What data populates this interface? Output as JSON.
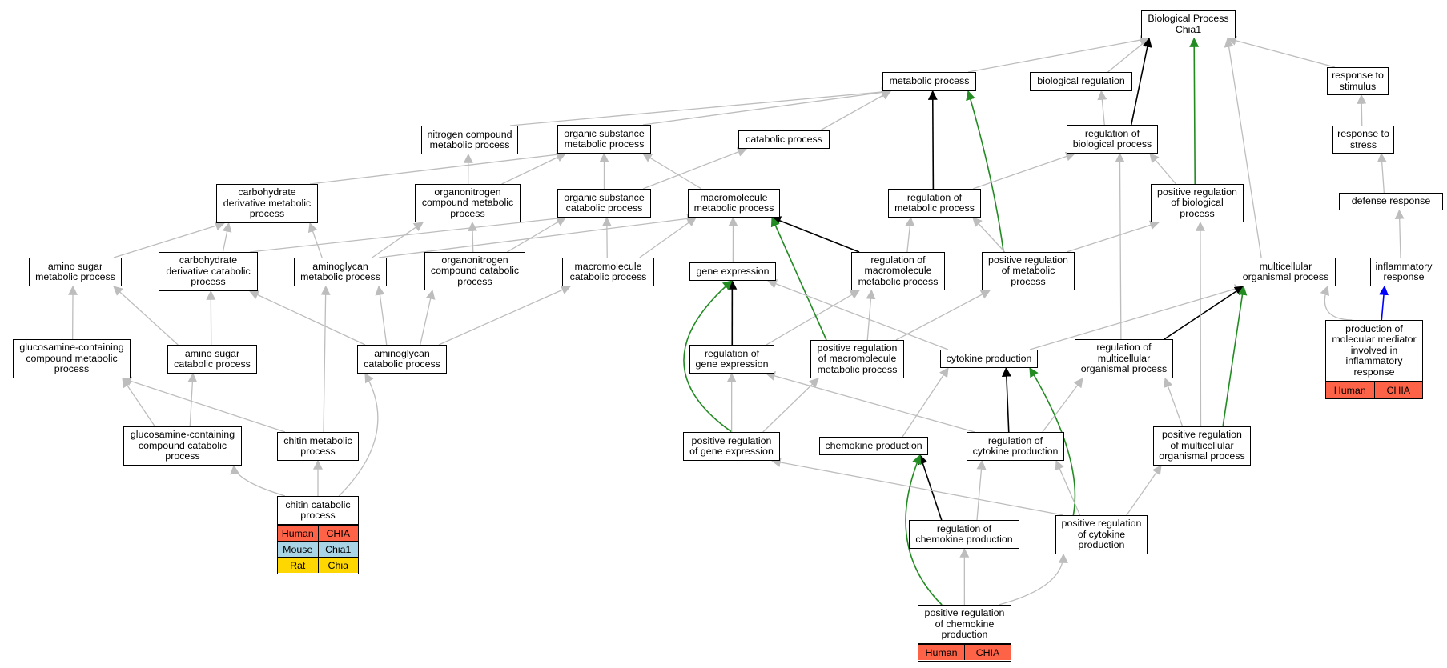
{
  "colors": {
    "edge_default": "#bdbdbd",
    "edge_black": "#000000",
    "edge_green": "#228B22",
    "edge_blue": "#0000ff",
    "human": "#ff6347",
    "mouse": "#a8d4e6",
    "rat": "#ffd700"
  },
  "nodes": {
    "bp": "Biological Process\nChia1",
    "metabolic_process": "metabolic process",
    "biological_regulation": "biological regulation",
    "response_to_stimulus": "response to\nstimulus",
    "nitrogen_compound_metabolic": "nitrogen compound\nmetabolic process",
    "organic_substance_metabolic": "organic substance\nmetabolic process",
    "catabolic_process": "catabolic process",
    "regulation_of_biological_process": "regulation of\nbiological process",
    "response_to_stress": "response to\nstress",
    "carbohydrate_derivative_metabolic": "carbohydrate\nderivative metabolic\nprocess",
    "organonitrogen_compound_metabolic": "organonitrogen\ncompound metabolic\nprocess",
    "organic_substance_catabolic": "organic substance\ncatabolic process",
    "macromolecule_metabolic": "macromolecule\nmetabolic process",
    "regulation_of_metabolic": "regulation of\nmetabolic process",
    "positive_regulation_of_biological": "positive regulation\nof biological\nprocess",
    "defense_response": "defense response",
    "amino_sugar_metabolic": "amino sugar\nmetabolic process",
    "carbohydrate_derivative_catabolic": "carbohydrate\nderivative catabolic\nprocess",
    "aminoglycan_metabolic": "aminoglycan\nmetabolic process",
    "organonitrogen_compound_catabolic": "organonitrogen\ncompound catabolic\nprocess",
    "macromolecule_catabolic": "macromolecule\ncatabolic process",
    "gene_expression": "gene expression",
    "regulation_of_macromolecule_metabolic": "regulation of\nmacromolecule\nmetabolic process",
    "positive_regulation_of_metabolic": "positive regulation\nof metabolic\nprocess",
    "multicellular_organismal": "multicellular\norganismal process",
    "inflammatory_response": "inflammatory\nresponse",
    "glucosamine_containing_metabolic": "glucosamine-containing\ncompound metabolic\nprocess",
    "amino_sugar_catabolic": "amino sugar\ncatabolic process",
    "aminoglycan_catabolic": "aminoglycan\ncatabolic process",
    "regulation_of_gene_expression": "regulation of\ngene expression",
    "positive_regulation_of_macromolecule_metabolic": "positive regulation\nof macromolecule\nmetabolic process",
    "cytokine_production": "cytokine production",
    "regulation_of_multicellular": "regulation of\nmulticellular\norganismal process",
    "production_of_molecular_mediator": "production of\nmolecular mediator\ninvolved in\ninflammatory\nresponse",
    "glucosamine_containing_catabolic": "glucosamine-containing\ncompound catabolic\nprocess",
    "chitin_metabolic": "chitin metabolic\nprocess",
    "positive_regulation_of_gene_expression": "positive regulation\nof gene expression",
    "chemokine_production": "chemokine production",
    "regulation_of_cytokine_production": "regulation of\ncytokine production",
    "positive_regulation_of_multicellular": "positive regulation\nof multicellular\norganismal process",
    "chitin_catabolic": "chitin catabolic\nprocess",
    "regulation_of_chemokine_production": "regulation of\nchemokine production",
    "positive_regulation_of_cytokine_production": "positive regulation\nof cytokine\nproduction",
    "positive_regulation_of_chemokine_production": "positive regulation\nof chemokine\nproduction"
  },
  "gene_tables": {
    "chitin_catabolic": [
      {
        "species": "Human",
        "gene": "CHIA",
        "color": "#ff6347"
      },
      {
        "species": "Mouse",
        "gene": "Chia1",
        "color": "#a8d4e6"
      },
      {
        "species": "Rat",
        "gene": "Chia",
        "color": "#ffd700"
      }
    ],
    "production_of_molecular_mediator": [
      {
        "species": "Human",
        "gene": "CHIA",
        "color": "#ff6347"
      }
    ],
    "positive_regulation_of_chemokine_production": [
      {
        "species": "Human",
        "gene": "CHIA",
        "color": "#ff6347"
      }
    ]
  },
  "edges": [
    [
      "metabolic_process",
      "bp",
      "gray"
    ],
    [
      "biological_regulation",
      "bp",
      "gray"
    ],
    [
      "response_to_stimulus",
      "bp",
      "gray"
    ],
    [
      "regulation_of_biological_process",
      "bp",
      "black"
    ],
    [
      "positive_regulation_of_biological",
      "bp",
      "green"
    ],
    [
      "multicellular_organismal",
      "bp",
      "gray"
    ],
    [
      "nitrogen_compound_metabolic",
      "metabolic_process",
      "gray"
    ],
    [
      "organic_substance_metabolic",
      "metabolic_process",
      "gray"
    ],
    [
      "catabolic_process",
      "metabolic_process",
      "gray"
    ],
    [
      "regulation_of_metabolic",
      "metabolic_process",
      "black"
    ],
    [
      "positive_regulation_of_metabolic",
      "metabolic_process",
      "green"
    ],
    [
      "regulation_of_biological_process",
      "biological_regulation",
      "gray"
    ],
    [
      "response_to_stress",
      "response_to_stimulus",
      "gray"
    ],
    [
      "defense_response",
      "response_to_stress",
      "gray"
    ],
    [
      "inflammatory_response",
      "defense_response",
      "gray"
    ],
    [
      "production_of_molecular_mediator",
      "inflammatory_response",
      "blue"
    ],
    [
      "production_of_molecular_mediator",
      "multicellular_organismal",
      "gray"
    ],
    [
      "carbohydrate_derivative_metabolic",
      "organic_substance_metabolic",
      "gray"
    ],
    [
      "organonitrogen_compound_metabolic",
      "nitrogen_compound_metabolic",
      "gray"
    ],
    [
      "organonitrogen_compound_metabolic",
      "organic_substance_metabolic",
      "gray"
    ],
    [
      "organic_substance_catabolic",
      "organic_substance_metabolic",
      "gray"
    ],
    [
      "organic_substance_catabolic",
      "catabolic_process",
      "gray"
    ],
    [
      "macromolecule_metabolic",
      "organic_substance_metabolic",
      "gray"
    ],
    [
      "regulation_of_metabolic",
      "regulation_of_biological_process",
      "gray"
    ],
    [
      "positive_regulation_of_biological",
      "regulation_of_biological_process",
      "gray"
    ],
    [
      "regulation_of_multicellular",
      "regulation_of_biological_process",
      "gray"
    ],
    [
      "amino_sugar_metabolic",
      "carbohydrate_derivative_metabolic",
      "gray"
    ],
    [
      "carbohydrate_derivative_catabolic",
      "carbohydrate_derivative_metabolic",
      "gray"
    ],
    [
      "carbohydrate_derivative_catabolic",
      "organic_substance_catabolic",
      "gray"
    ],
    [
      "aminoglycan_metabolic",
      "carbohydrate_derivative_metabolic",
      "gray"
    ],
    [
      "aminoglycan_metabolic",
      "organonitrogen_compound_metabolic",
      "gray"
    ],
    [
      "aminoglycan_metabolic",
      "macromolecule_metabolic",
      "gray"
    ],
    [
      "organonitrogen_compound_catabolic",
      "organonitrogen_compound_metabolic",
      "gray"
    ],
    [
      "organonitrogen_compound_catabolic",
      "organic_substance_catabolic",
      "gray"
    ],
    [
      "macromolecule_catabolic",
      "organic_substance_catabolic",
      "gray"
    ],
    [
      "macromolecule_catabolic",
      "macromolecule_metabolic",
      "gray"
    ],
    [
      "gene_expression",
      "macromolecule_metabolic",
      "gray"
    ],
    [
      "regulation_of_macromolecule_metabolic",
      "macromolecule_metabolic",
      "black"
    ],
    [
      "regulation_of_macromolecule_metabolic",
      "regulation_of_metabolic",
      "gray"
    ],
    [
      "positive_regulation_of_metabolic",
      "regulation_of_metabolic",
      "gray"
    ],
    [
      "positive_regulation_of_metabolic",
      "positive_regulation_of_biological",
      "gray"
    ],
    [
      "multicellular_organismal",
      "bp",
      "gray"
    ],
    [
      "glucosamine_containing_metabolic",
      "amino_sugar_metabolic",
      "gray"
    ],
    [
      "amino_sugar_catabolic",
      "amino_sugar_metabolic",
      "gray"
    ],
    [
      "amino_sugar_catabolic",
      "carbohydrate_derivative_catabolic",
      "gray"
    ],
    [
      "aminoglycan_catabolic",
      "carbohydrate_derivative_catabolic",
      "gray"
    ],
    [
      "aminoglycan_catabolic",
      "aminoglycan_metabolic",
      "gray"
    ],
    [
      "aminoglycan_catabolic",
      "organonitrogen_compound_catabolic",
      "gray"
    ],
    [
      "aminoglycan_catabolic",
      "macromolecule_catabolic",
      "gray"
    ],
    [
      "regulation_of_gene_expression",
      "gene_expression",
      "black"
    ],
    [
      "regulation_of_gene_expression",
      "regulation_of_macromolecule_metabolic",
      "gray"
    ],
    [
      "positive_regulation_of_macromolecule_metabolic",
      "macromolecule_metabolic",
      "green"
    ],
    [
      "positive_regulation_of_macromolecule_metabolic",
      "regulation_of_macromolecule_metabolic",
      "gray"
    ],
    [
      "positive_regulation_of_macromolecule_metabolic",
      "positive_regulation_of_metabolic",
      "gray"
    ],
    [
      "cytokine_production",
      "gene_expression",
      "gray"
    ],
    [
      "cytokine_production",
      "multicellular_organismal",
      "gray"
    ],
    [
      "regulation_of_multicellular",
      "multicellular_organismal",
      "black"
    ],
    [
      "glucosamine_containing_catabolic",
      "glucosamine_containing_metabolic",
      "gray"
    ],
    [
      "glucosamine_containing_catabolic",
      "amino_sugar_catabolic",
      "gray"
    ],
    [
      "chitin_metabolic",
      "glucosamine_containing_metabolic",
      "gray"
    ],
    [
      "chitin_metabolic",
      "aminoglycan_metabolic",
      "gray"
    ],
    [
      "positive_regulation_of_gene_expression",
      "gene_expression",
      "green"
    ],
    [
      "positive_regulation_of_gene_expression",
      "regulation_of_gene_expression",
      "gray"
    ],
    [
      "positive_regulation_of_gene_expression",
      "positive_regulation_of_macromolecule_metabolic",
      "gray"
    ],
    [
      "chemokine_production",
      "cytokine_production",
      "gray"
    ],
    [
      "regulation_of_cytokine_production",
      "cytokine_production",
      "black"
    ],
    [
      "regulation_of_cytokine_production",
      "regulation_of_gene_expression",
      "gray"
    ],
    [
      "regulation_of_cytokine_production",
      "regulation_of_multicellular",
      "gray"
    ],
    [
      "positive_regulation_of_multicellular",
      "multicellular_organismal",
      "green"
    ],
    [
      "positive_regulation_of_multicellular",
      "regulation_of_multicellular",
      "gray"
    ],
    [
      "positive_regulation_of_multicellular",
      "positive_regulation_of_biological",
      "gray"
    ],
    [
      "chitin_catabolic",
      "glucosamine_containing_catabolic",
      "gray"
    ],
    [
      "chitin_catabolic",
      "chitin_metabolic",
      "gray"
    ],
    [
      "chitin_catabolic",
      "aminoglycan_catabolic",
      "gray"
    ],
    [
      "regulation_of_chemokine_production",
      "chemokine_production",
      "black"
    ],
    [
      "regulation_of_chemokine_production",
      "regulation_of_cytokine_production",
      "gray"
    ],
    [
      "positive_regulation_of_cytokine_production",
      "cytokine_production",
      "green"
    ],
    [
      "positive_regulation_of_cytokine_production",
      "regulation_of_cytokine_production",
      "gray"
    ],
    [
      "positive_regulation_of_cytokine_production",
      "positive_regulation_of_gene_expression",
      "gray"
    ],
    [
      "positive_regulation_of_cytokine_production",
      "positive_regulation_of_multicellular",
      "gray"
    ],
    [
      "positive_regulation_of_chemokine_production",
      "chemokine_production",
      "green"
    ],
    [
      "positive_regulation_of_chemokine_production",
      "regulation_of_chemokine_production",
      "gray"
    ],
    [
      "positive_regulation_of_chemokine_production",
      "positive_regulation_of_cytokine_production",
      "gray"
    ]
  ]
}
